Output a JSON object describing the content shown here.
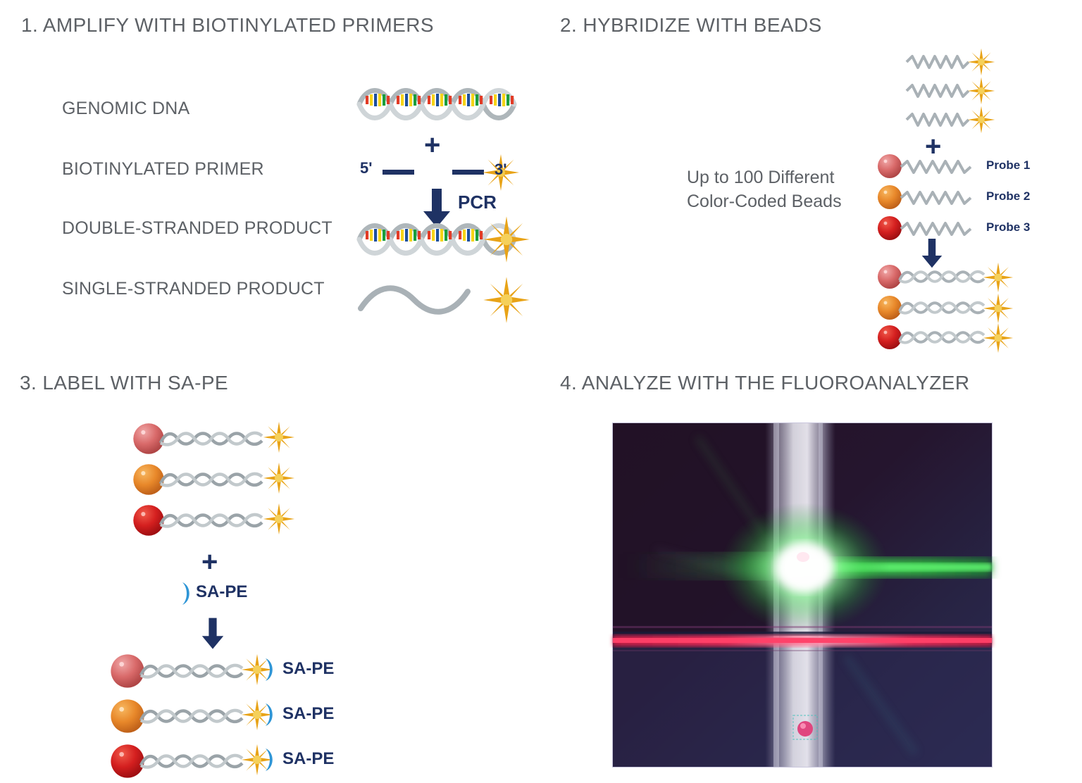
{
  "figure": {
    "type": "scientific-workflow-diagram",
    "subject": "Luminex xMAP bead-based nucleic acid detection workflow",
    "background": "#ffffff",
    "colors": {
      "title_gray": "#5d6166",
      "navy": "#1f3264",
      "gold_star": "#e8a317",
      "strand_gray": "#9aa3a8",
      "bead_1": "#d96a6a",
      "bead_2": "#e8882a",
      "bead_3": "#d41f1f",
      "sape_blue": "#2e95d6",
      "dna_base_red": "#e23b26",
      "dna_base_yellow": "#f6d417",
      "dna_base_blue": "#1d4f9e",
      "dna_base_green": "#1a9e3c"
    }
  },
  "panels": [
    {
      "number": "1",
      "title": "1. AMPLIFY WITH BIOTINYLATED PRIMERS",
      "rows": [
        {
          "label": "GENOMIC DNA",
          "graphic": "dna-double-helix"
        },
        {
          "label": "BIOTINYLATED PRIMER",
          "graphic": "primer-bars-with-biotin-star"
        },
        {
          "label": "DOUBLE-STRANDED PRODUCT",
          "graphic": "dna-double-helix-with-star"
        },
        {
          "label": "SINGLE-STRANDED PRODUCT",
          "graphic": "single-wave-with-star"
        }
      ],
      "annotations": {
        "plus": "+",
        "five_prime": "5'",
        "three_prime": "3'",
        "reaction": "PCR"
      }
    },
    {
      "number": "2",
      "title": "2. HYBRIDIZE WITH BEADS",
      "caption_line_1": "Up to 100 Different",
      "caption_line_2": "Color-Coded Beads",
      "annotations": {
        "plus": "+"
      },
      "free_strands_count": 3,
      "probes": [
        {
          "label": "Probe 1",
          "bead_color": "#d96a6a"
        },
        {
          "label": "Probe 2",
          "bead_color": "#e8882a"
        },
        {
          "label": "Probe 3",
          "bead_color": "#d41f1f"
        }
      ],
      "hybridized": [
        {
          "bead_color": "#d96a6a",
          "star": true
        },
        {
          "bead_color": "#e8882a",
          "star": true
        },
        {
          "bead_color": "#d41f1f",
          "star": true
        }
      ]
    },
    {
      "number": "3",
      "title": "3. LABEL WITH SA-PE",
      "annotations": {
        "plus": "+"
      },
      "reagent_label": "SA-PE",
      "before": [
        {
          "bead_color": "#d96a6a",
          "star": true
        },
        {
          "bead_color": "#e8882a",
          "star": true
        },
        {
          "bead_color": "#d41f1f",
          "star": true
        }
      ],
      "after": [
        {
          "bead_color": "#d96a6a",
          "star": true,
          "label": "SA-PE"
        },
        {
          "bead_color": "#e8882a",
          "star": true,
          "label": "SA-PE"
        },
        {
          "bead_color": "#d41f1f",
          "star": true,
          "label": "SA-PE"
        }
      ]
    },
    {
      "number": "4",
      "title": "4. ANALYZE WITH THE FLUOROANALYZER",
      "image": {
        "description": "fluoroanalyzer laser detection photomicrograph",
        "background_top_left": "#231327",
        "background_bottom_right": "#2b2a52",
        "vertical_beam_color": "#d8d8e4",
        "green_beam_color": "#34c93f",
        "red_beam_color": "#ee2b55",
        "core_color": "#ffffff",
        "bead_marker_color": "#e0467f"
      }
    }
  ]
}
